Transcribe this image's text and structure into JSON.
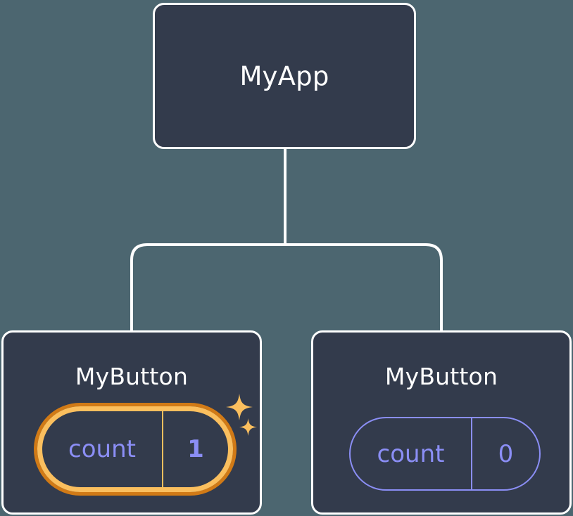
{
  "canvas": {
    "background_color": "#4c6670",
    "node_fill_color": "#333b4c",
    "node_border_color": "#ffffff",
    "edge_color": "#ffffff",
    "accent_periwinkle": "#8b8ef5",
    "accent_amber_light": "#fbbf5e",
    "accent_amber_dark": "#d17a16"
  },
  "tree": {
    "root": {
      "title": "MyApp"
    },
    "children": [
      {
        "title": "MyButton",
        "state": {
          "key": "count",
          "value": "1"
        },
        "highlighted": true,
        "sparkles": [
          "sparkle-large",
          "sparkle-small"
        ]
      },
      {
        "title": "MyButton",
        "state": {
          "key": "count",
          "value": "0"
        },
        "highlighted": false
      }
    ]
  }
}
